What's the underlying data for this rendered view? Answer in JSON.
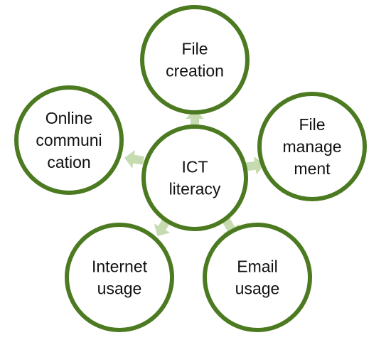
{
  "diagram": {
    "center": {
      "label_lines": [
        "ICT",
        "literacy"
      ]
    },
    "nodes": [
      {
        "id": "file-creation",
        "label_lines": [
          "File",
          "creation"
        ]
      },
      {
        "id": "file-management",
        "label_lines": [
          "File",
          "manage",
          "ment"
        ]
      },
      {
        "id": "email-usage",
        "label_lines": [
          "Email",
          "usage"
        ]
      },
      {
        "id": "internet-usage",
        "label_lines": [
          "Internet",
          "usage"
        ]
      },
      {
        "id": "online-communication",
        "label_lines": [
          "Online",
          "communi",
          "cation"
        ]
      }
    ],
    "colors": {
      "circle_stroke": "#4c7a21",
      "arrow_fill": "#c7dbb0",
      "text": "#111111"
    }
  }
}
